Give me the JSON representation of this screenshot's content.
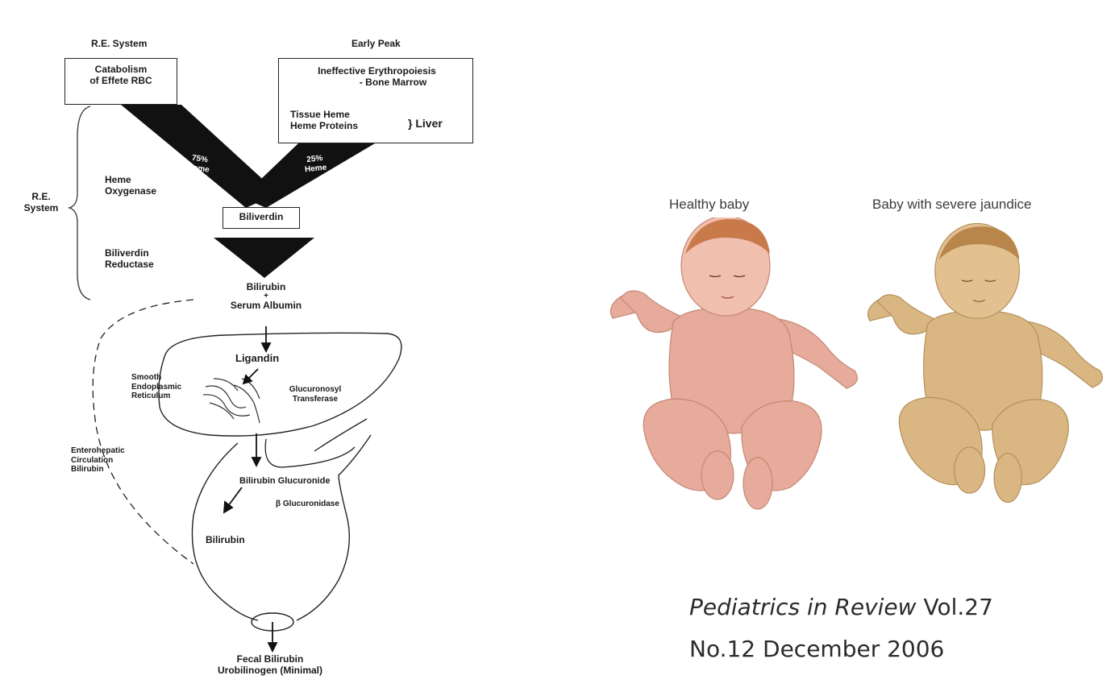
{
  "diagram": {
    "re_system_title": "R.E. System",
    "early_peak_title": "Early Peak",
    "catabolism": [
      "Catabolism",
      "of Effete RBC"
    ],
    "ineffective": [
      "Ineffective Erythropoiesis",
      "- Bone Marrow"
    ],
    "tissue_heme": [
      "Tissue Heme",
      "Heme Proteins"
    ],
    "liver": "} Liver",
    "pct_left": [
      "75%",
      "Heme"
    ],
    "pct_right": [
      "25%",
      "Heme"
    ],
    "re_system_side": [
      "R.E.",
      "System"
    ],
    "heme_oxygenase": [
      "Heme",
      "Oxygenase"
    ],
    "biliverdin": "Biliverdin",
    "biliverdin_reductase": [
      "Biliverdin",
      "Reductase"
    ],
    "bilirubin_albumin": [
      "Bilirubin",
      "+",
      "Serum Albumin"
    ],
    "ligandin": "Ligandin",
    "ser": [
      "Smooth",
      "Endoplasmic",
      "Reticulum"
    ],
    "transferase": [
      "Glucuronosyl",
      "Transferase"
    ],
    "enterohepatic": [
      "Enterohepatic",
      "Circulation",
      "Bilirubin"
    ],
    "glucuronide": "Bilirubin Glucuronide",
    "glucuronidase": "β Glucuronidase",
    "bilirubin_gut": "Bilirubin",
    "fecal": [
      "Fecal Bilirubin",
      "Urobilinogen (Minimal)"
    ]
  },
  "illustration": {
    "healthy_label": "Healthy baby",
    "jaundice_label": "Baby with severe jaundice"
  },
  "citation": {
    "journal": "Pediatrics in Review",
    "volume": " Vol.27",
    "issue_date": "No.12 December 2006"
  }
}
